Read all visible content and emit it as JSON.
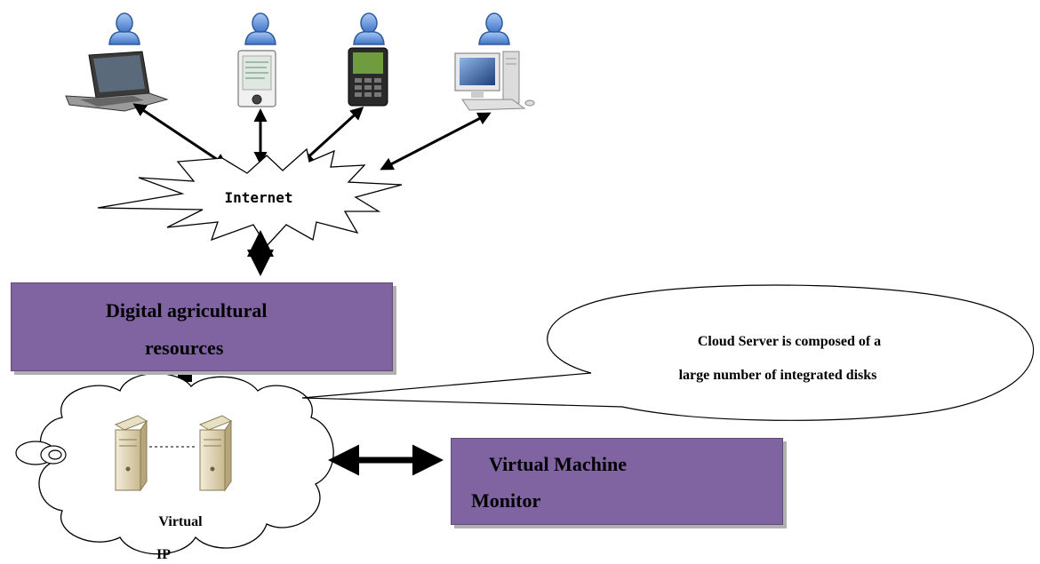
{
  "internet_label": "Internet",
  "resources_box": {
    "line1": "Digital agricultural",
    "line2": "resources"
  },
  "callout": {
    "line1": "Cloud Server is composed of a",
    "line2": "large number of integrated disks"
  },
  "vmm_box": {
    "line1": "Virtual Machine",
    "line2": "Monitor"
  },
  "cloud_label": {
    "line1": "Virtual",
    "line2": "IP"
  },
  "devices": [
    {
      "name": "laptop"
    },
    {
      "name": "pda"
    },
    {
      "name": "phone"
    },
    {
      "name": "desktop"
    }
  ],
  "colors": {
    "box_fill": "#8063a1",
    "user_icon": "#5b8fd6",
    "arrow": "#000000"
  }
}
